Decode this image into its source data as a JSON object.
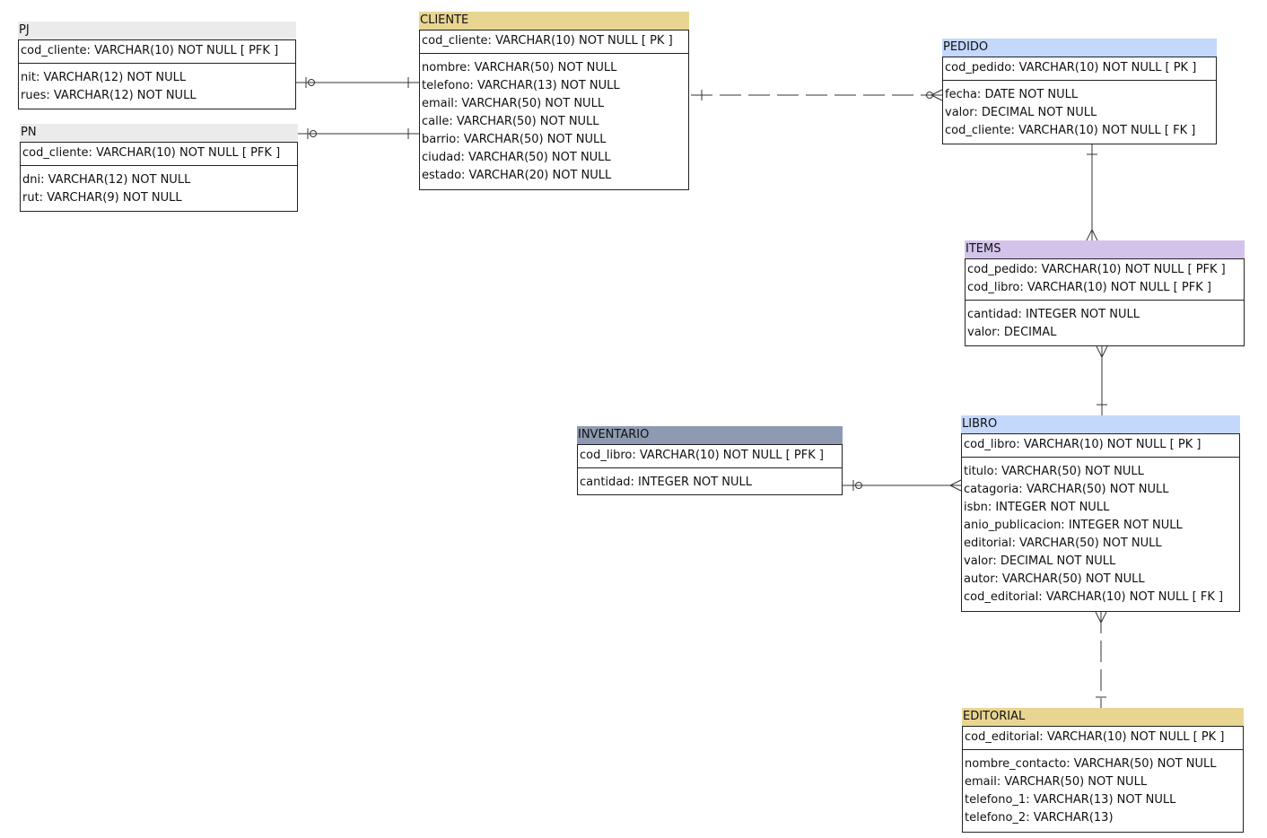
{
  "colors": {
    "pj": "#ebebeb",
    "pn": "#ebebeb",
    "cliente": "#e8d592",
    "pedido": "#c3d8fb",
    "items": "#d3c3eb",
    "inventario": "#8d9ab1",
    "libro": "#c3d8fb",
    "editorial": "#e8d592",
    "line": "#333333"
  },
  "entities": {
    "pj": {
      "title": "PJ",
      "pk": [
        "cod_cliente: VARCHAR(10)   NOT NULL  [ PFK ]"
      ],
      "attrs": [
        "nit: VARCHAR(12)   NOT NULL",
        "rues: VARCHAR(12)   NOT NULL"
      ]
    },
    "pn": {
      "title": "PN",
      "pk": [
        "cod_cliente: VARCHAR(10)   NOT NULL  [ PFK ]"
      ],
      "attrs": [
        "dni: VARCHAR(12)   NOT NULL",
        "rut: VARCHAR(9)   NOT NULL"
      ]
    },
    "cliente": {
      "title": "CLIENTE",
      "pk": [
        "cod_cliente: VARCHAR(10)   NOT NULL  [ PK ]"
      ],
      "attrs": [
        "nombre: VARCHAR(50)   NOT NULL",
        "telefono: VARCHAR(13)   NOT NULL",
        "email: VARCHAR(50)   NOT NULL",
        "calle: VARCHAR(50)   NOT NULL",
        "barrio: VARCHAR(50)   NOT NULL",
        "ciudad: VARCHAR(50)   NOT NULL",
        "estado: VARCHAR(20)   NOT NULL"
      ]
    },
    "pedido": {
      "title": "PEDIDO",
      "pk": [
        "cod_pedido: VARCHAR(10)   NOT NULL  [ PK ]"
      ],
      "attrs": [
        "fecha: DATE   NOT NULL",
        "valor: DECIMAL   NOT NULL",
        "cod_cliente: VARCHAR(10)   NOT NULL  [ FK ]"
      ]
    },
    "items": {
      "title": "ITEMS",
      "pk": [
        "cod_pedido: VARCHAR(10)   NOT NULL  [ PFK ]",
        "cod_libro: VARCHAR(10)   NOT NULL  [ PFK ]"
      ],
      "attrs": [
        "cantidad: INTEGER   NOT NULL",
        "valor: DECIMAL"
      ]
    },
    "inventario": {
      "title": "INVENTARIO",
      "pk": [
        "cod_libro: VARCHAR(10)   NOT NULL  [ PFK ]"
      ],
      "attrs": [
        "cantidad: INTEGER   NOT NULL"
      ]
    },
    "libro": {
      "title": "LIBRO",
      "pk": [
        "cod_libro: VARCHAR(10)   NOT NULL  [ PK ]"
      ],
      "attrs": [
        "titulo: VARCHAR(50)   NOT NULL",
        "catagoria: VARCHAR(50)   NOT NULL",
        "isbn: INTEGER   NOT NULL",
        "anio_publicacion: INTEGER   NOT NULL",
        "editorial: VARCHAR(50)   NOT NULL",
        "valor: DECIMAL   NOT NULL",
        "autor: VARCHAR(50)   NOT NULL",
        "cod_editorial: VARCHAR(10)   NOT NULL  [ FK ]"
      ]
    },
    "editorial": {
      "title": "EDITORIAL",
      "pk": [
        "cod_editorial: VARCHAR(10)   NOT NULL  [ PK ]"
      ],
      "attrs": [
        "nombre_contacto: VARCHAR(50)   NOT NULL",
        "email: VARCHAR(50)   NOT NULL",
        "telefono_1: VARCHAR(13)   NOT NULL",
        "telefono_2: VARCHAR(13)"
      ]
    }
  },
  "relationships": [
    {
      "from": "cliente",
      "to": "pj",
      "from_card": "one",
      "to_card": "zero-or-one",
      "identifying": true
    },
    {
      "from": "cliente",
      "to": "pn",
      "from_card": "one",
      "to_card": "zero-or-one",
      "identifying": true
    },
    {
      "from": "cliente",
      "to": "pedido",
      "from_card": "one",
      "to_card": "zero-or-many",
      "identifying": false
    },
    {
      "from": "pedido",
      "to": "items",
      "from_card": "one",
      "to_card": "one-or-many",
      "identifying": true
    },
    {
      "from": "libro",
      "to": "items",
      "from_card": "one",
      "to_card": "one-or-many",
      "identifying": true
    },
    {
      "from": "libro",
      "to": "inventario",
      "from_card": "one-or-many",
      "to_card": "zero-or-one",
      "identifying": true
    },
    {
      "from": "editorial",
      "to": "libro",
      "from_card": "one",
      "to_card": "one-or-many",
      "identifying": false
    }
  ]
}
